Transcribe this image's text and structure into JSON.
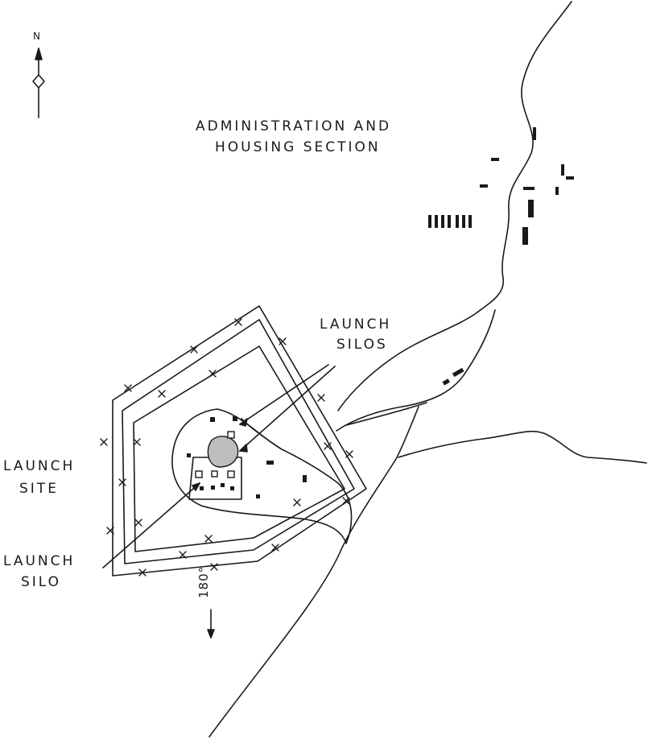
{
  "map": {
    "north_label": "N",
    "bearing_label": "180°",
    "labels": {
      "admin_line1": "ADMINISTRATION AND",
      "admin_line2": "HOUSING SECTION",
      "launch_silos_line1": "LAUNCH",
      "launch_silos_line2": "SILOS",
      "launch_site_line1": "LAUNCH",
      "launch_site_line2": "SITE",
      "launch_silo_line1": "LAUNCH",
      "launch_silo_line2": "SILO"
    },
    "ink_color": "#1a1a1a"
  }
}
